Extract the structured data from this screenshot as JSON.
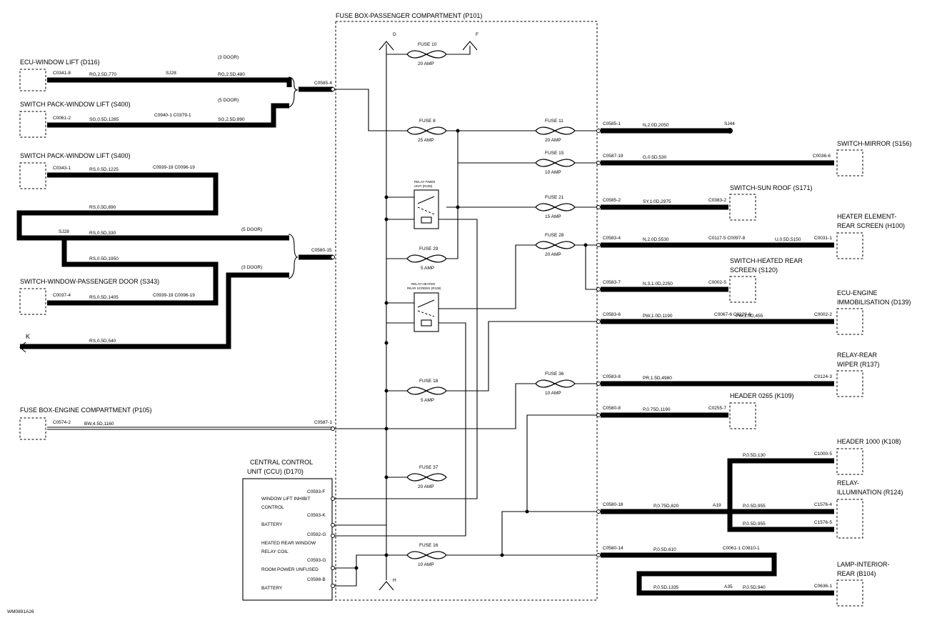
{
  "fusebox_title": "FUSE BOX-PASSENGER COMPARTMENT (P101)",
  "buses": {
    "d": "D",
    "f": "F",
    "h": "H"
  },
  "door_notes": {
    "a3": "(3 DOOR)",
    "a5": "(5 DOOR)",
    "b5": "(5 DOOR)",
    "b3": "(3 DOOR)"
  },
  "left": {
    "ecu_window": "ECU-WINDOW LIFT (D116)",
    "switch_pack_1": "SWITCH PACK-WINDOW LIFT (S400)",
    "switch_pack_2": "SWITCH PACK-WINDOW LIFT (S400)",
    "switch_passenger": "SWITCH-WINDOW-PASSENGER DOOR (S343)",
    "fuse_box_engine": "FUSE BOX-ENGINE COMPARTMENT (P105)",
    "k_label": "K",
    "ccu_line1": "CENTRAL CONTROL",
    "ccu_line2": "UNIT (CCU) (D170)",
    "ccu_pins": [
      "WINDOW LIFT INHIBIT",
      "CONTROL",
      "BATTERY",
      "HEATED REAR WINDOW",
      "RELAY COIL",
      "ROOM POWER UNFUSED",
      "BATTERY"
    ]
  },
  "right": {
    "switch_mirror": "SWITCH-MIRROR (S156)",
    "sun_roof": "SWITCH-SUN ROOF (S171)",
    "heater_1": "HEATER ELEMENT-",
    "heater_2": "REAR SCREEN (H100)",
    "heated_rear_1": "SWITCH-HEATED REAR",
    "heated_rear_2": "SCREEN (S120)",
    "ecu_engine_1": "ECU-ENGINE",
    "ecu_engine_2": "IMMOBILISATION (D139)",
    "relay_wiper_1": "RELAY-REAR",
    "relay_wiper_2": "WIPER (R137)",
    "header_0265": "HEADER 0265 (K109)",
    "header_1000": "HEADER 1000 (K108)",
    "relay_illum_1": "RELAY-",
    "relay_illum_2": "ILLUMINATION (R124)",
    "lamp_1": "LAMP-INTERIOR-",
    "lamp_2": "REAR (B104)"
  },
  "fuses": {
    "f10": {
      "name": "FUSE 10",
      "rating": "20 AMP"
    },
    "f8": {
      "name": "FUSE 8",
      "rating": "25 AMP"
    },
    "f11": {
      "name": "FUSE 11",
      "rating": "20 AMP"
    },
    "f15": {
      "name": "FUSE 15",
      "rating": "10 AMP"
    },
    "f21": {
      "name": "FUSE 21",
      "rating": "15 AMP"
    },
    "f28": {
      "name": "FUSE 28",
      "rating": "20 AMP"
    },
    "f29": {
      "name": "FUSE 29",
      "rating": "5 AMP"
    },
    "f18": {
      "name": "FUSE 18",
      "rating": "5 AMP"
    },
    "f36": {
      "name": "FUSE 36",
      "rating": "10 AMP"
    },
    "f37": {
      "name": "FUSE 37",
      "rating": "20 AMP"
    },
    "f16": {
      "name": "FUSE 16",
      "rating": "10 AMP"
    }
  },
  "relays": {
    "r1_1": "RELAY-TIMER",
    "r1_2": "UNIT (R238)",
    "r2_1": "RELAY-HEATED",
    "r2_2": "REAR SCREEN (R108)"
  },
  "splices": {
    "sj28_top": "SJ28",
    "sj28_mid": "SJ28",
    "sj44": "SJ44",
    "a19": "A19",
    "a35": "A35"
  },
  "connectors": {
    "c_ecu": "C0341-8",
    "c_sp1": "C0061-2",
    "c_sp2": "C0343-1",
    "c_pass": "C0037-4",
    "c_eng": "C0574-2",
    "c_fb_top": "C0585-4",
    "c_fb_mid": "C0580-15",
    "c_fb_eng": "C0587-1",
    "c_sp1_mid": "C0940-1 C0379-1",
    "c_sp2_mid": "C0939-19 C0096-19",
    "c_pass_mid": "C0939-19 C0096-19",
    "r_c1": "C0585-1",
    "r_c2": "C0587-19",
    "r_c2e": "C0036-6",
    "r_c3": "C0585-2",
    "r_c3e": "C0383-2",
    "r_c4": "C0583-4",
    "r_c4m": "C0117-5 C0097-8",
    "r_c4e": "C0031-1",
    "r_c5": "C0583-7",
    "r_c5e": "C0002-5",
    "r_c6": "C0583-6",
    "r_c6m": "C0067-6 C0229-6",
    "r_c6e": "C0002-2",
    "r_c7": "C0583-8",
    "r_c7e": "C0124-3",
    "r_c8": "C0580-8",
    "r_c8e": "C0255-7",
    "r_c9e": "C1000-5",
    "r_c10": "C0580-18",
    "r_c10e": "C1576-4",
    "r_c11e": "C1576-5",
    "r_c12": "C0580-14",
    "r_c12m": "C0061-1 C0810-1",
    "r_c12e": "C0636-1",
    "ccu_1": "C0593-F",
    "ccu_2": "C0593-K",
    "ccu_3": "C0592-G",
    "ccu_4": "C0593-G",
    "ccu_5": "C0598-B"
  },
  "wires": {
    "w_ecu_1": "RG,2.5D,770",
    "w_ecu_2": "RG,2.5D,480",
    "w_sp1_1": "SG,0.5D,1285",
    "w_sp1_2": "SG,2.5D,890",
    "w_sp2": "RS,0.5D,1225",
    "w_loop_top": "RS,0.5D,890",
    "w_loop_mid": "RS,0.5D,330",
    "w_loop_low": "RS,0.5D,1950",
    "w_pass": "RS,0.5D,1405",
    "w_k": "RS,0.5D,540",
    "w_eng": "BW,4.5D,1160",
    "r_w1": "N,2.0D,2050",
    "r_w2": "G,0.5D,530",
    "r_w3": "SY,1.0D,2975",
    "r_w4": "N,2.0D,5530",
    "r_w4b": "U,0.5D,5150",
    "r_w5": "N,3,1.0D,2250",
    "r_w6": "PW,1.0D,1190",
    "r_w6b": "PW,1.0D,455",
    "r_w7": "PR,1.5D,4980",
    "r_w8": "P,0.75D,1190",
    "r_w9": "P,0.5D,130",
    "r_w10": "P,0.75D,820",
    "r_w10b": "P,0.5D,955",
    "r_w11": "P,0.5D,955",
    "r_w12": "P,0.5D,610",
    "r_w13": "P,0.5D,1335",
    "r_w13b": "P,0.5D,940"
  },
  "ref_code": "WM0891A26"
}
